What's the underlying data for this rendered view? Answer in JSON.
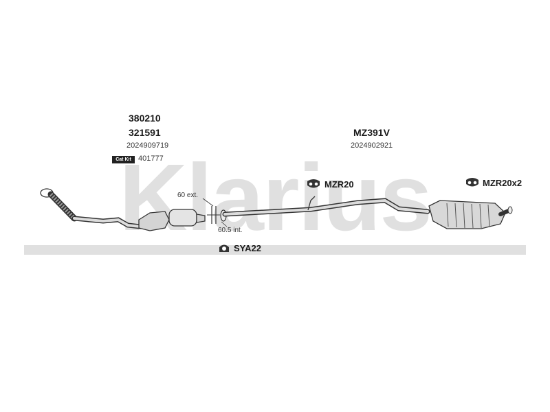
{
  "watermark": {
    "text": "Klarius",
    "color": "#e0e0e0"
  },
  "labels": {
    "front_part_1": "380210",
    "front_part_2": "321591",
    "front_oem": "2024909719",
    "catkit_badge": "Cat Kit",
    "catkit_number": "401777",
    "rear_part": "MZ391V",
    "rear_oem": "2024902921",
    "diameter_ext": "60 ext.",
    "diameter_int": "60.5 int.",
    "clamp": "SYA22",
    "mount_mid": "MZR20",
    "mount_rear": "MZR20x2"
  },
  "colors": {
    "pipe_stroke": "#333333",
    "pipe_fill": "#dcdcdc",
    "hardware_icon": "#333333"
  },
  "icons": {
    "clamp": "clamp-icon",
    "mount_mid": "rubber-mount-icon",
    "mount_rear": "rubber-mount-icon"
  }
}
